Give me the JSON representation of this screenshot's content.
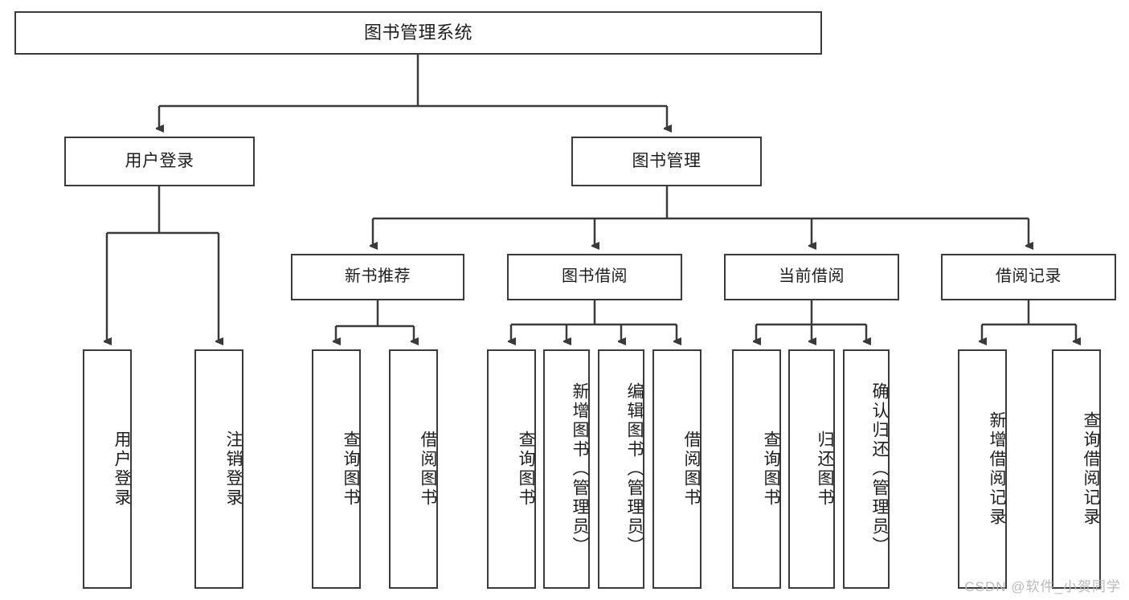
{
  "diagram": {
    "title": "图书管理系统",
    "type": "hierarchy-tree",
    "watermark": "CSDN @软件_小贺同学",
    "colors": {
      "stroke": "#3a3a3a",
      "fill": "#ffffff",
      "text": "#1d1d1d",
      "watermark": "#b9b9b9"
    },
    "root": {
      "label": "图书管理系统"
    },
    "level1": [
      {
        "label": "用户登录"
      },
      {
        "label": "图书管理"
      }
    ],
    "level2": [
      {
        "label": "新书推荐"
      },
      {
        "label": "图书借阅"
      },
      {
        "label": "当前借阅"
      },
      {
        "label": "借阅记录"
      }
    ],
    "leaves": {
      "user_login": [
        {
          "label": "用户登录"
        },
        {
          "label": "注销登录"
        }
      ],
      "new_book_recommend": [
        {
          "label": "查询图书"
        },
        {
          "label": "借阅图书"
        }
      ],
      "book_borrow": [
        {
          "label": "查询图书"
        },
        {
          "label": "新增图书（管理员）"
        },
        {
          "label": "编辑图书（管理员）"
        },
        {
          "label": "借阅图书"
        }
      ],
      "current_borrow": [
        {
          "label": "查询图书"
        },
        {
          "label": "归还图书"
        },
        {
          "label": "确认归还（管理员）"
        }
      ],
      "borrow_records": [
        {
          "label": "新增借阅记录"
        },
        {
          "label": "查询借阅记录"
        }
      ]
    }
  }
}
